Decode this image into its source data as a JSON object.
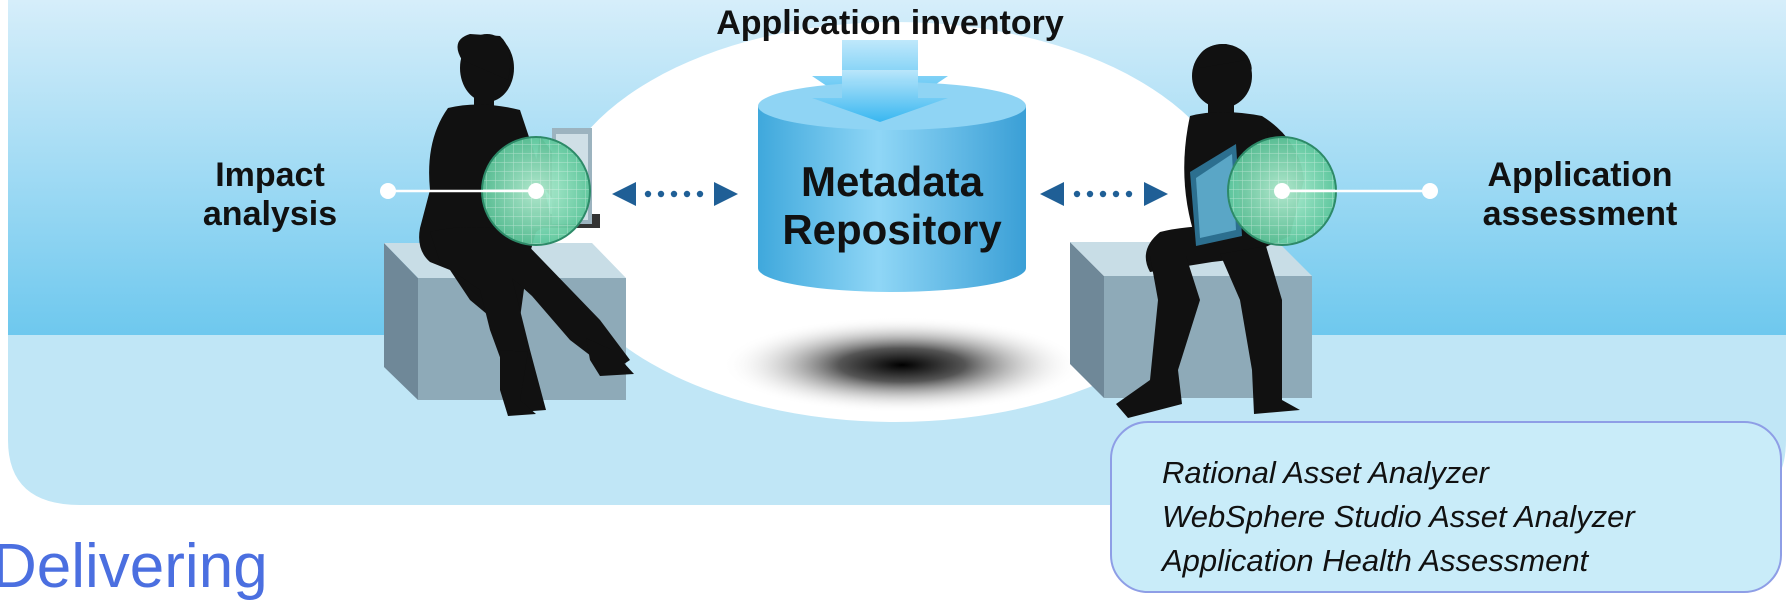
{
  "diagram": {
    "inventory_label": "Application inventory",
    "repository_label": [
      "Metadata",
      "Repository"
    ],
    "left_label": [
      "Impact",
      "analysis"
    ],
    "right_label": [
      "Application",
      "assessment"
    ],
    "tools": [
      "Rational Asset Analyzer",
      "WebSphere Studio Asset Analyzer",
      "Application Health Assessment"
    ],
    "footer_text": "Delivering"
  },
  "colors": {
    "band_top": "#cbe9f8",
    "band_mid": "#6fc8ee",
    "band_bottom": "#bfe4f5",
    "cylinder": "#5bbcec",
    "arrow": "#1f5f96",
    "footer_text": "#4b6fe0",
    "callout_border": "#8e9ee6"
  },
  "icons": [
    "woman-laptop-silhouette",
    "man-laptop-silhouette",
    "database-cylinder",
    "double-arrow-icon",
    "down-arrow-icon",
    "magnifier-lens-icon"
  ]
}
